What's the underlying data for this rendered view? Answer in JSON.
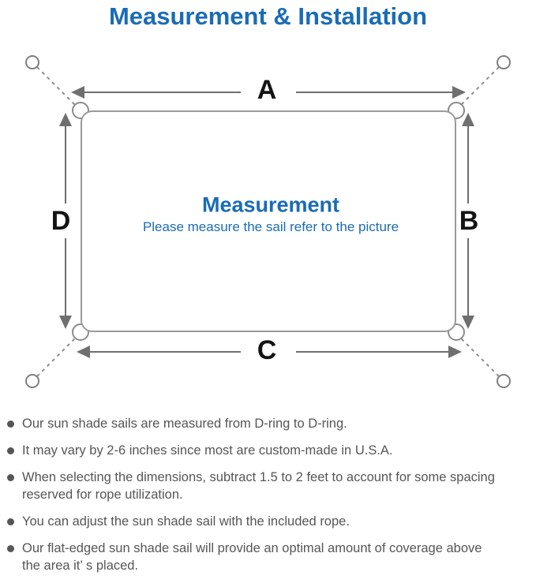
{
  "title": "Measurement & Installation",
  "diagram": {
    "labels": {
      "a": "A",
      "b": "B",
      "c": "C",
      "d": "D"
    },
    "center_title": "Measurement",
    "center_subtitle": "Please measure the sail refer to the picture"
  },
  "bullets": [
    "Our sun shade sails are measured from D-ring to D-ring.",
    "It may vary by 2-6 inches since most are custom-made in U.S.A.",
    "When selecting the dimensions, subtract 1.5 to 2 feet to account for some spacing\nreserved for rope utilization.",
    "You can adjust the sun shade sail with the included rope.",
    "Our flat-edged sun shade sail will provide an optimal amount of coverage above\nthe area it’ s placed."
  ],
  "colors": {
    "accent_blue": "#1a6cb5",
    "text_gray": "#565656",
    "line_gray": "#8c8c8c",
    "arrow_gray": "#6f6f6f",
    "label_black": "#141414"
  }
}
